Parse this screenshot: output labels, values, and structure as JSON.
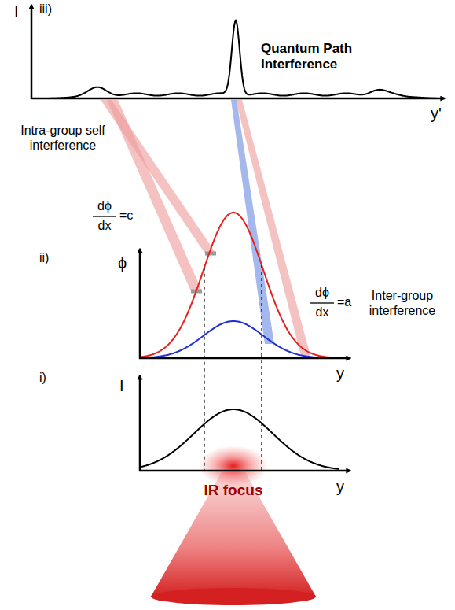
{
  "diagram": {
    "labels": [
      "iii)",
      "I",
      "y'",
      "Quantum Path Interference",
      "Intra-group self interference",
      "dϕ",
      "dx",
      "=c",
      "ii)",
      "ϕ",
      "y",
      "dϕ",
      "dx",
      "=a",
      "Inter-group interference",
      "i)",
      "I",
      "y",
      "IR focus"
    ]
  }
}
